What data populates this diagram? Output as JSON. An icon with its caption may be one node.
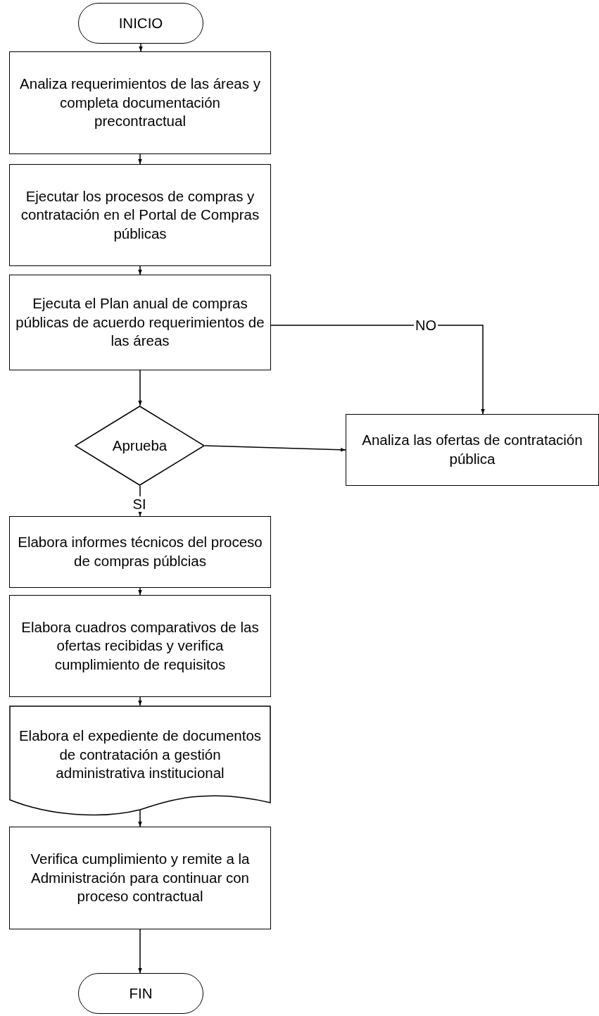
{
  "diagram": {
    "nodes": [
      {
        "text": [
          "INICIO"
        ]
      },
      {
        "text": [
          "Analiza requerimientos de las áreas y completa documentación precontractual"
        ]
      },
      {
        "text": [
          "Ejecutar los procesos de compras y contratación  en el Portal de Compras públicas"
        ]
      },
      {
        "text": [
          "Ejecuta el Plan anual de compras públicas de acuerdo requerimientos de las áreas"
        ]
      },
      {
        "text": [
          "Aprueba"
        ]
      },
      {
        "text": [
          "Analiza las ofertas de contratación pública"
        ]
      },
      {
        "text": [
          "Elabora informes técnicos del proceso de compras públcias"
        ]
      },
      {
        "text": [
          "Elabora cuadros comparativos de las ofertas recibidas y verifica cumplimiento de requisitos"
        ]
      },
      {
        "text": [
          "Elabora el expediente de documentos de contratación a gestión administrativa institucional"
        ]
      },
      {
        "text": [
          "Verifica cumplimiento y remite a la Administración para continuar con proceso contractual"
        ]
      },
      {
        "text": [
          "FIN"
        ]
      }
    ],
    "edges": [
      {
        "from": 0,
        "to": 1,
        "arrow": "to"
      },
      {
        "from": 1,
        "to": 2,
        "arrow": "to"
      },
      {
        "from": 2,
        "to": 3,
        "arrow": "to"
      },
      {
        "from": 3,
        "to": 4,
        "arrow": "to"
      },
      {
        "from": 3,
        "to": 5,
        "arrow": "to",
        "label": "NO"
      },
      {
        "from": 4,
        "to": 5,
        "arrow": "to"
      },
      {
        "from": 4,
        "to": 6,
        "arrow": "to",
        "label": "SI"
      },
      {
        "from": 6,
        "to": 7,
        "arrow": "to"
      },
      {
        "from": 7,
        "to": 8,
        "arrow": "to"
      },
      {
        "from": 8,
        "to": 9,
        "arrow": "to"
      },
      {
        "from": 9,
        "to": 10,
        "arrow": "to"
      }
    ]
  }
}
